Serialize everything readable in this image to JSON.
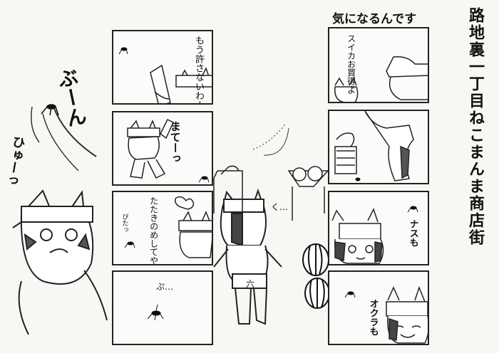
{
  "series_title": "路地裏一丁目ねこまんま商店街",
  "episode_title": "気になるんです",
  "sfx": {
    "buun": "ぶーん",
    "hyu": "ひゅーっ",
    "pu_dot": "ぷ…",
    "ku": "く…",
    "pita": "ぴたっ",
    "roku": "六"
  },
  "left_panels": {
    "p1_speech": "もう許さないわーっ",
    "p2_speech": "まてーっ",
    "p3_speech": "たたきのめしてやるーっ"
  },
  "right_panels": {
    "p1_speech": "スイカお買得よ",
    "p3_speech": "ナスも",
    "p4_speech": "オクラも"
  }
}
